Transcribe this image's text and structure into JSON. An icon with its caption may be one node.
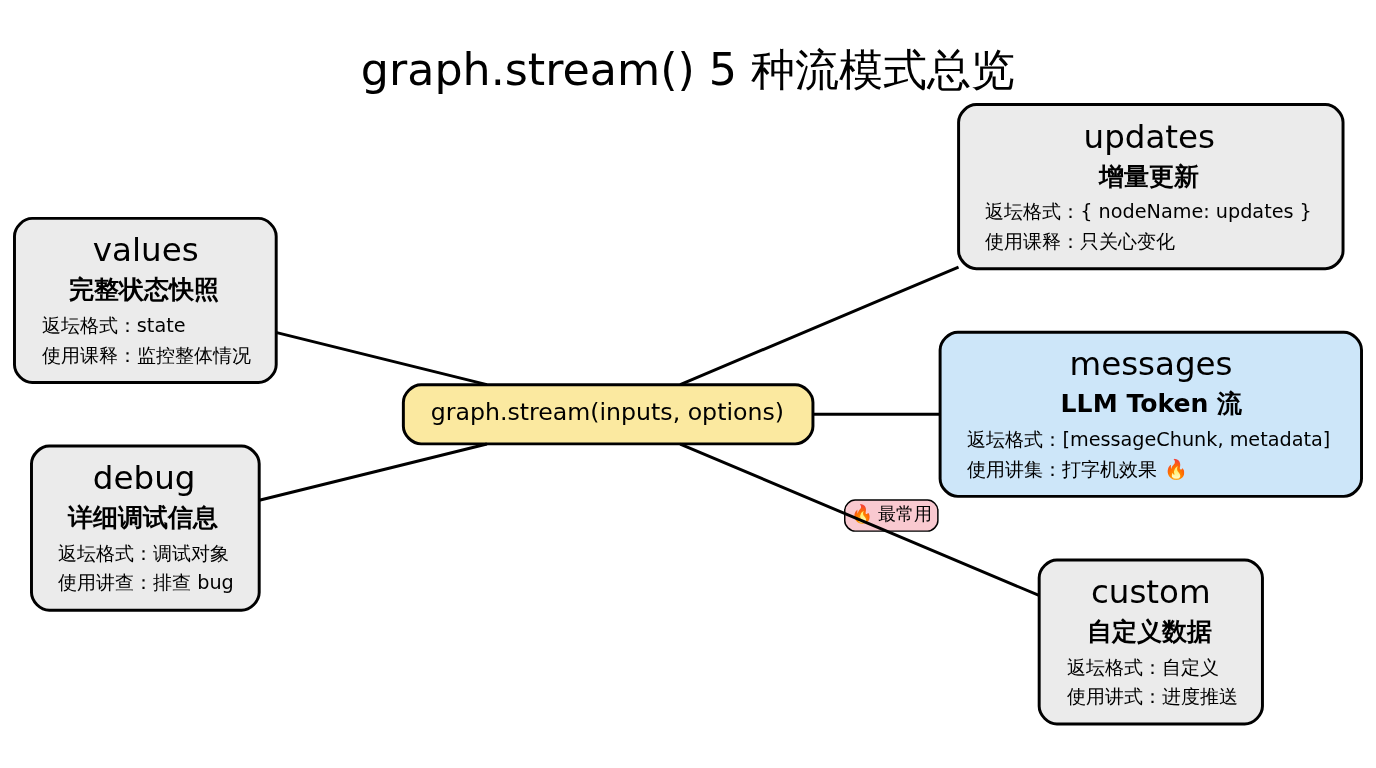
{
  "diagram": {
    "title": "graph.stream() 5 种流模式总览",
    "nodes": [
      {
        "text": [
          "graph.stream(inputs, options)"
        ]
      },
      {
        "text": [
          "values",
          "完整状态快照",
          "返坛格式：state",
          "使用课释：监控整体情况"
        ]
      },
      {
        "text": [
          "updates",
          "增量更新",
          "返坛格式：{ nodeName: updates }",
          "使用课释：只关心变化"
        ]
      },
      {
        "text": [
          "messages",
          "LLM Token 流",
          "返坛格式：[messageChunk, metadata]",
          "使用讲集：打字机效果 🔥"
        ],
        "beside": [
          "🔥 最常用"
        ]
      },
      {
        "text": [
          "debug",
          "详细调试信息",
          "返坛格式：调试对象",
          "使用讲查：排查 bug"
        ]
      },
      {
        "text": [
          "custom",
          "自定义数据",
          "返坛格式：自定义",
          "使用讲式：进度推送"
        ]
      }
    ],
    "edges": [
      {
        "from": 0,
        "to": 1,
        "arrow": "none"
      },
      {
        "from": 0,
        "to": 2,
        "arrow": "none"
      },
      {
        "from": 0,
        "to": 3,
        "arrow": "none"
      },
      {
        "from": 0,
        "to": 4,
        "arrow": "none"
      },
      {
        "from": 0,
        "to": 5,
        "arrow": "none"
      }
    ]
  }
}
